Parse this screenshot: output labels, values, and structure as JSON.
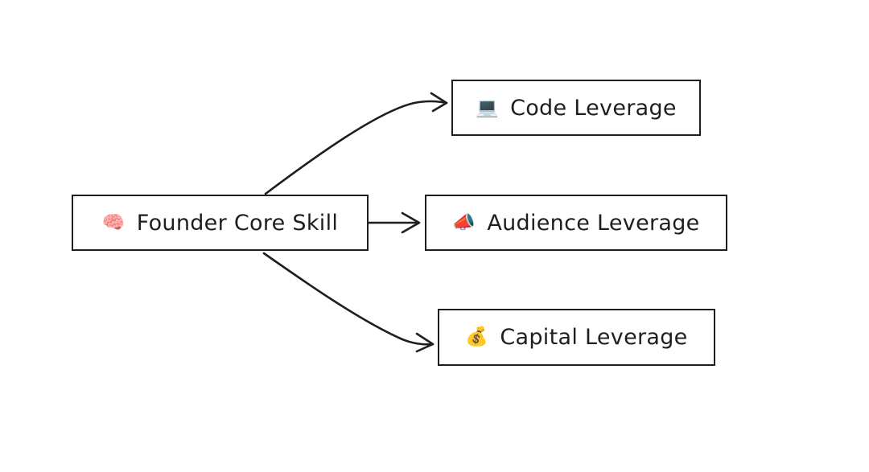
{
  "diagram": {
    "nodes": [
      {
        "id": "core",
        "icon": "brain-icon",
        "emoji": "🧠",
        "label": "Founder Core Skill"
      },
      {
        "id": "code",
        "icon": "laptop-icon",
        "emoji": "💻",
        "label": "Code Leverage"
      },
      {
        "id": "audience",
        "icon": "megaphone-icon",
        "emoji": "📣",
        "label": "Audience Leverage"
      },
      {
        "id": "capital",
        "icon": "money-bag-icon",
        "emoji": "💰",
        "label": "Capital Leverage"
      }
    ],
    "edges": [
      {
        "from": "core",
        "to": "code"
      },
      {
        "from": "core",
        "to": "audience"
      },
      {
        "from": "core",
        "to": "capital"
      }
    ],
    "colors": {
      "stroke": "#1e1e1e",
      "background": "#ffffff"
    }
  }
}
